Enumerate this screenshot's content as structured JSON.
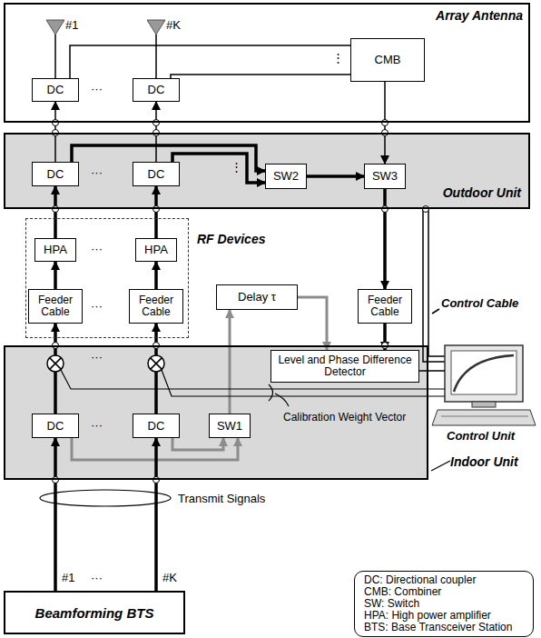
{
  "diagram": {
    "nodes": [
      {
        "text": [
          "Array Antenna"
        ]
      },
      {
        "text": [
          "DC"
        ],
        "in": 0
      },
      {
        "text": [
          "DC"
        ],
        "in": 0
      },
      {
        "text": [
          "CMB"
        ],
        "in": 0
      },
      {
        "text": [
          "Outdoor Unit"
        ]
      },
      {
        "text": [
          "DC"
        ],
        "in": 4
      },
      {
        "text": [
          "DC"
        ],
        "in": 4
      },
      {
        "text": [
          "SW2"
        ],
        "in": 4
      },
      {
        "text": [
          "SW3"
        ],
        "in": 4
      },
      {
        "text": [
          "RF Devices"
        ]
      },
      {
        "text": [
          "HPA"
        ],
        "in": 9
      },
      {
        "text": [
          "HPA"
        ],
        "in": 9
      },
      {
        "text": [
          "Feeder Cable"
        ],
        "in": 9
      },
      {
        "text": [
          "Feeder Cable"
        ],
        "in": 9
      },
      {
        "text": [
          "Delay τ"
        ]
      },
      {
        "text": [
          "Feeder Cable"
        ]
      },
      {
        "text": [
          "Indoor Unit"
        ]
      },
      {
        "text": [
          "Level and Phase Difference Detector"
        ],
        "in": 16
      },
      {
        "text": [
          "DC"
        ],
        "in": 16
      },
      {
        "text": [
          "DC"
        ],
        "in": 16
      },
      {
        "text": [
          "SW1"
        ],
        "in": 16
      },
      {
        "text": [
          "Beamforming BTS"
        ]
      }
    ],
    "edges": [
      {
        "from": 1,
        "to": 3,
        "arrow": "none"
      },
      {
        "from": 2,
        "to": 3,
        "arrow": "none"
      },
      {
        "from": 5,
        "to": 1,
        "arrow": "to"
      },
      {
        "from": 6,
        "to": 2,
        "arrow": "to"
      },
      {
        "from": 5,
        "to": 7,
        "arrow": "to"
      },
      {
        "from": 6,
        "to": 7,
        "arrow": "to"
      },
      {
        "from": 7,
        "to": 8,
        "arrow": "to"
      },
      {
        "from": 3,
        "to": 8,
        "arrow": "to"
      },
      {
        "from": 8,
        "to": 15,
        "arrow": "to"
      },
      {
        "from": 15,
        "to": 17,
        "arrow": "to"
      },
      {
        "from": 10,
        "to": 5,
        "arrow": "to"
      },
      {
        "from": 11,
        "to": 6,
        "arrow": "to"
      },
      {
        "from": 12,
        "to": 10,
        "arrow": "to"
      },
      {
        "from": 13,
        "to": 11,
        "arrow": "to"
      },
      {
        "from": 18,
        "to": 12,
        "arrow": "to"
      },
      {
        "from": 19,
        "to": 13,
        "arrow": "to"
      },
      {
        "from": 18,
        "to": 20,
        "arrow": "to"
      },
      {
        "from": 19,
        "to": 20,
        "arrow": "to"
      },
      {
        "from": 20,
        "to": 14,
        "arrow": "to"
      },
      {
        "from": 14,
        "to": 17,
        "arrow": "to"
      },
      {
        "from": 21,
        "to": 18,
        "arrow": "to"
      },
      {
        "from": 21,
        "to": 19,
        "arrow": "to"
      }
    ],
    "labels": [
      "#1",
      "#K",
      "···",
      "⋮",
      "···",
      "⋮",
      "···",
      "···",
      "Control Cable",
      "···",
      "Calibration Weight Vector",
      "Control Unit",
      "···",
      "Transmit Signals",
      "#1",
      "···",
      "#K"
    ],
    "legend": [
      {
        "text": "DC: Directional coupler"
      },
      {
        "text": "CMB: Combiner"
      },
      {
        "text": "SW: Switch"
      },
      {
        "text": "HPA: High power amplifier"
      },
      {
        "text": "BTS: Base Transceiver Station"
      }
    ]
  }
}
